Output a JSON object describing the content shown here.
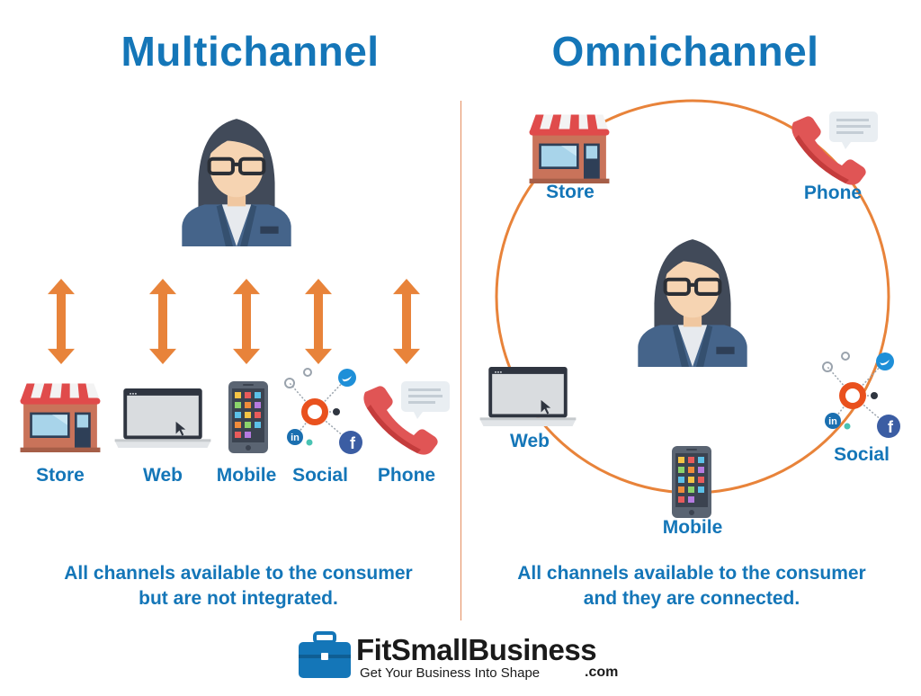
{
  "multichannel": {
    "title": "Multichannel",
    "channels": [
      "Store",
      "Web",
      "Mobile",
      "Social",
      "Phone"
    ],
    "caption_line1": "All channels available to the consumer",
    "caption_line2": "but are not integrated."
  },
  "omnichannel": {
    "title": "Omnichannel",
    "channels": {
      "store": "Store",
      "phone": "Phone",
      "web": "Web",
      "social": "Social",
      "mobile": "Mobile"
    },
    "caption_line1": "All channels available to the consumer",
    "caption_line2": "and they are connected."
  },
  "logo": {
    "name": "FitSmallBusiness",
    "tagline": "Get Your Business Into Shape",
    "suffix": ".com"
  },
  "colors": {
    "title_blue": "#1476b8",
    "arrow_orange": "#e8833a",
    "circle_orange": "#e8833a",
    "awning_red": "#e04b4b",
    "phone_red": "#e05555"
  },
  "icons": [
    "person-icon",
    "store-icon",
    "laptop-icon",
    "mobile-icon",
    "social-icon",
    "phone-icon",
    "briefcase-icon"
  ]
}
